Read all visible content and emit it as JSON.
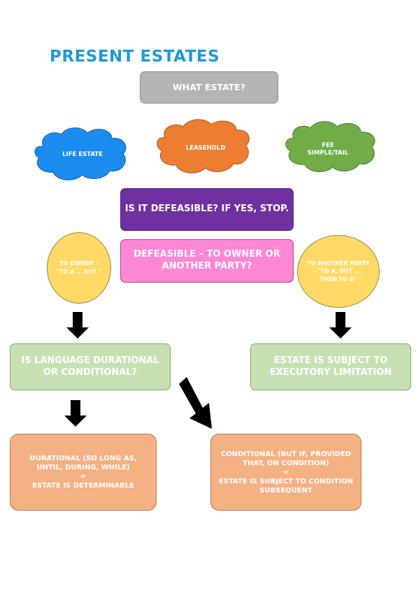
{
  "title": "PRESENT ESTATES",
  "boxes": {
    "what_estate": "WHAT ESTATE?",
    "defeasible_question": "IS IT DEFEASIBLE? IF YES, STOP.",
    "defeasible_party": "DEFEASIBLE – TO OWNER OR ANOTHER PARTY?",
    "language_question": "IS LANGUAGE DURATIONAL OR CONDITIONAL?",
    "executory_limitation": "ESTATE IS SUBJECT TO EXECUTORY LIMITATION",
    "durational": "DURATIONAL (SO LONG AS, UNTIL, DURING, WHILE)\n=\nESTATE IS DETERMINABLE",
    "conditional": "CONDITIONAL (BUT IF, PROVIDED THAT, ON CONDITION)\n=\nESTATE IS SUBJECT TO CONDITION SUBSEQUENT"
  },
  "clouds": {
    "life_estate": "LIFE ESTATE",
    "leasehold": "LEASEHOLD",
    "fee_simple": "FEE SIMPLE/TAIL"
  },
  "circles": {
    "to_owner": "TO OWNER – \"TO A … BUT \"",
    "to_another": "TO ANOTHER PARTY – \"TO A, BUT … , THEN TO B\""
  },
  "colors": {
    "title": "#1f9ad6",
    "gray": "#b4b4b4",
    "purple": "#7030a0",
    "pink": "#ff87d6",
    "green": "#c6e0b4",
    "orange": "#f4b183",
    "yellow": "#ffd966",
    "cloud_blue": "#1a8cf0",
    "cloud_orange": "#ed7d31",
    "cloud_green": "#70ad47"
  }
}
